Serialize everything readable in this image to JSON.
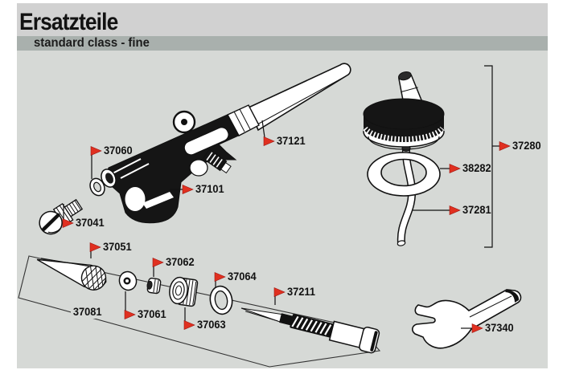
{
  "header": {
    "title": "Ersatzteile",
    "subtitle": "standard class - fine"
  },
  "colors": {
    "page_background": "#ffffff",
    "header_background": "#d1d1d1",
    "subtitle_bar": "#a9b0ad",
    "content_background": "#d6d9d6",
    "marker_red": "#e03020",
    "line_ink": "#111111"
  },
  "parts": [
    {
      "number": "37060"
    },
    {
      "number": "37121"
    },
    {
      "number": "37101"
    },
    {
      "number": "37041"
    },
    {
      "number": "37051"
    },
    {
      "number": "37081"
    },
    {
      "number": "37061"
    },
    {
      "number": "37062"
    },
    {
      "number": "37063"
    },
    {
      "number": "37064"
    },
    {
      "number": "37211"
    },
    {
      "number": "37280"
    },
    {
      "number": "38282"
    },
    {
      "number": "37281"
    },
    {
      "number": "37340"
    }
  ]
}
